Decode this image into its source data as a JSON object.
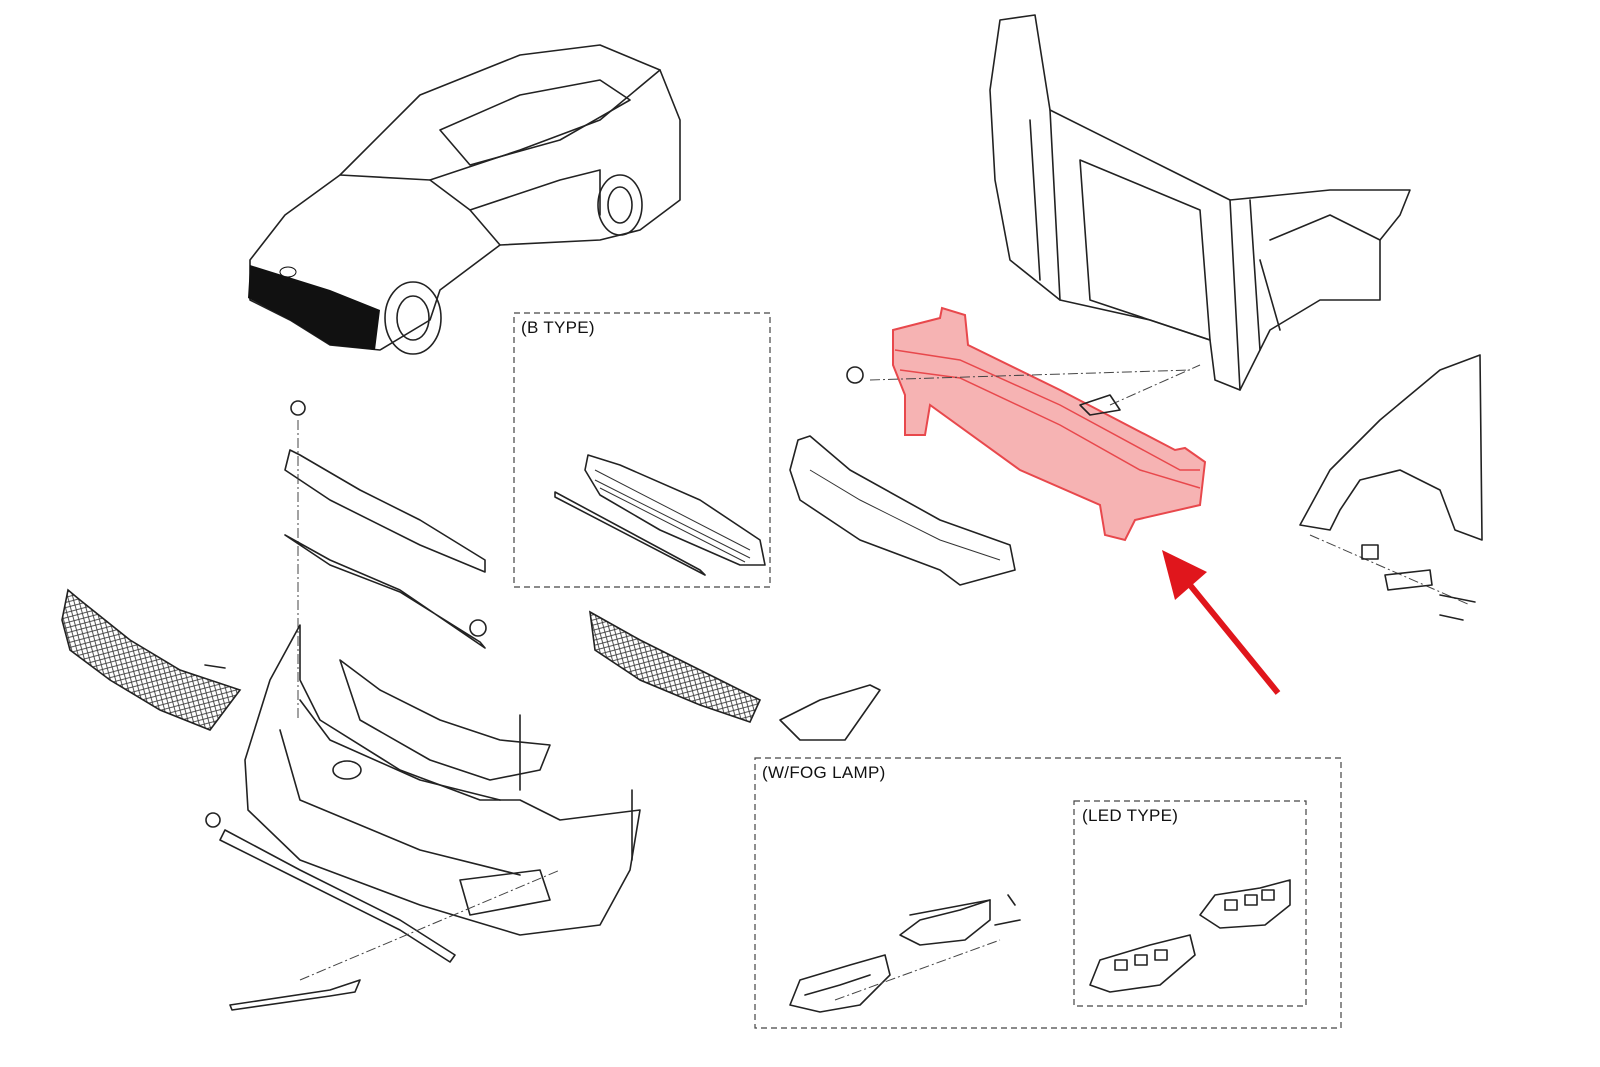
{
  "labels": {
    "b_type": "(B TYPE)",
    "fog_lamp": "(W/FOG LAMP)",
    "led_type": "(LED TYPE)"
  },
  "colors": {
    "highlight": "#e8484c",
    "highlight_fill": "#f4a0a0",
    "arrow": "#e0161c",
    "line": "#222222"
  },
  "icons": {
    "pointer": "red-arrow-icon"
  }
}
